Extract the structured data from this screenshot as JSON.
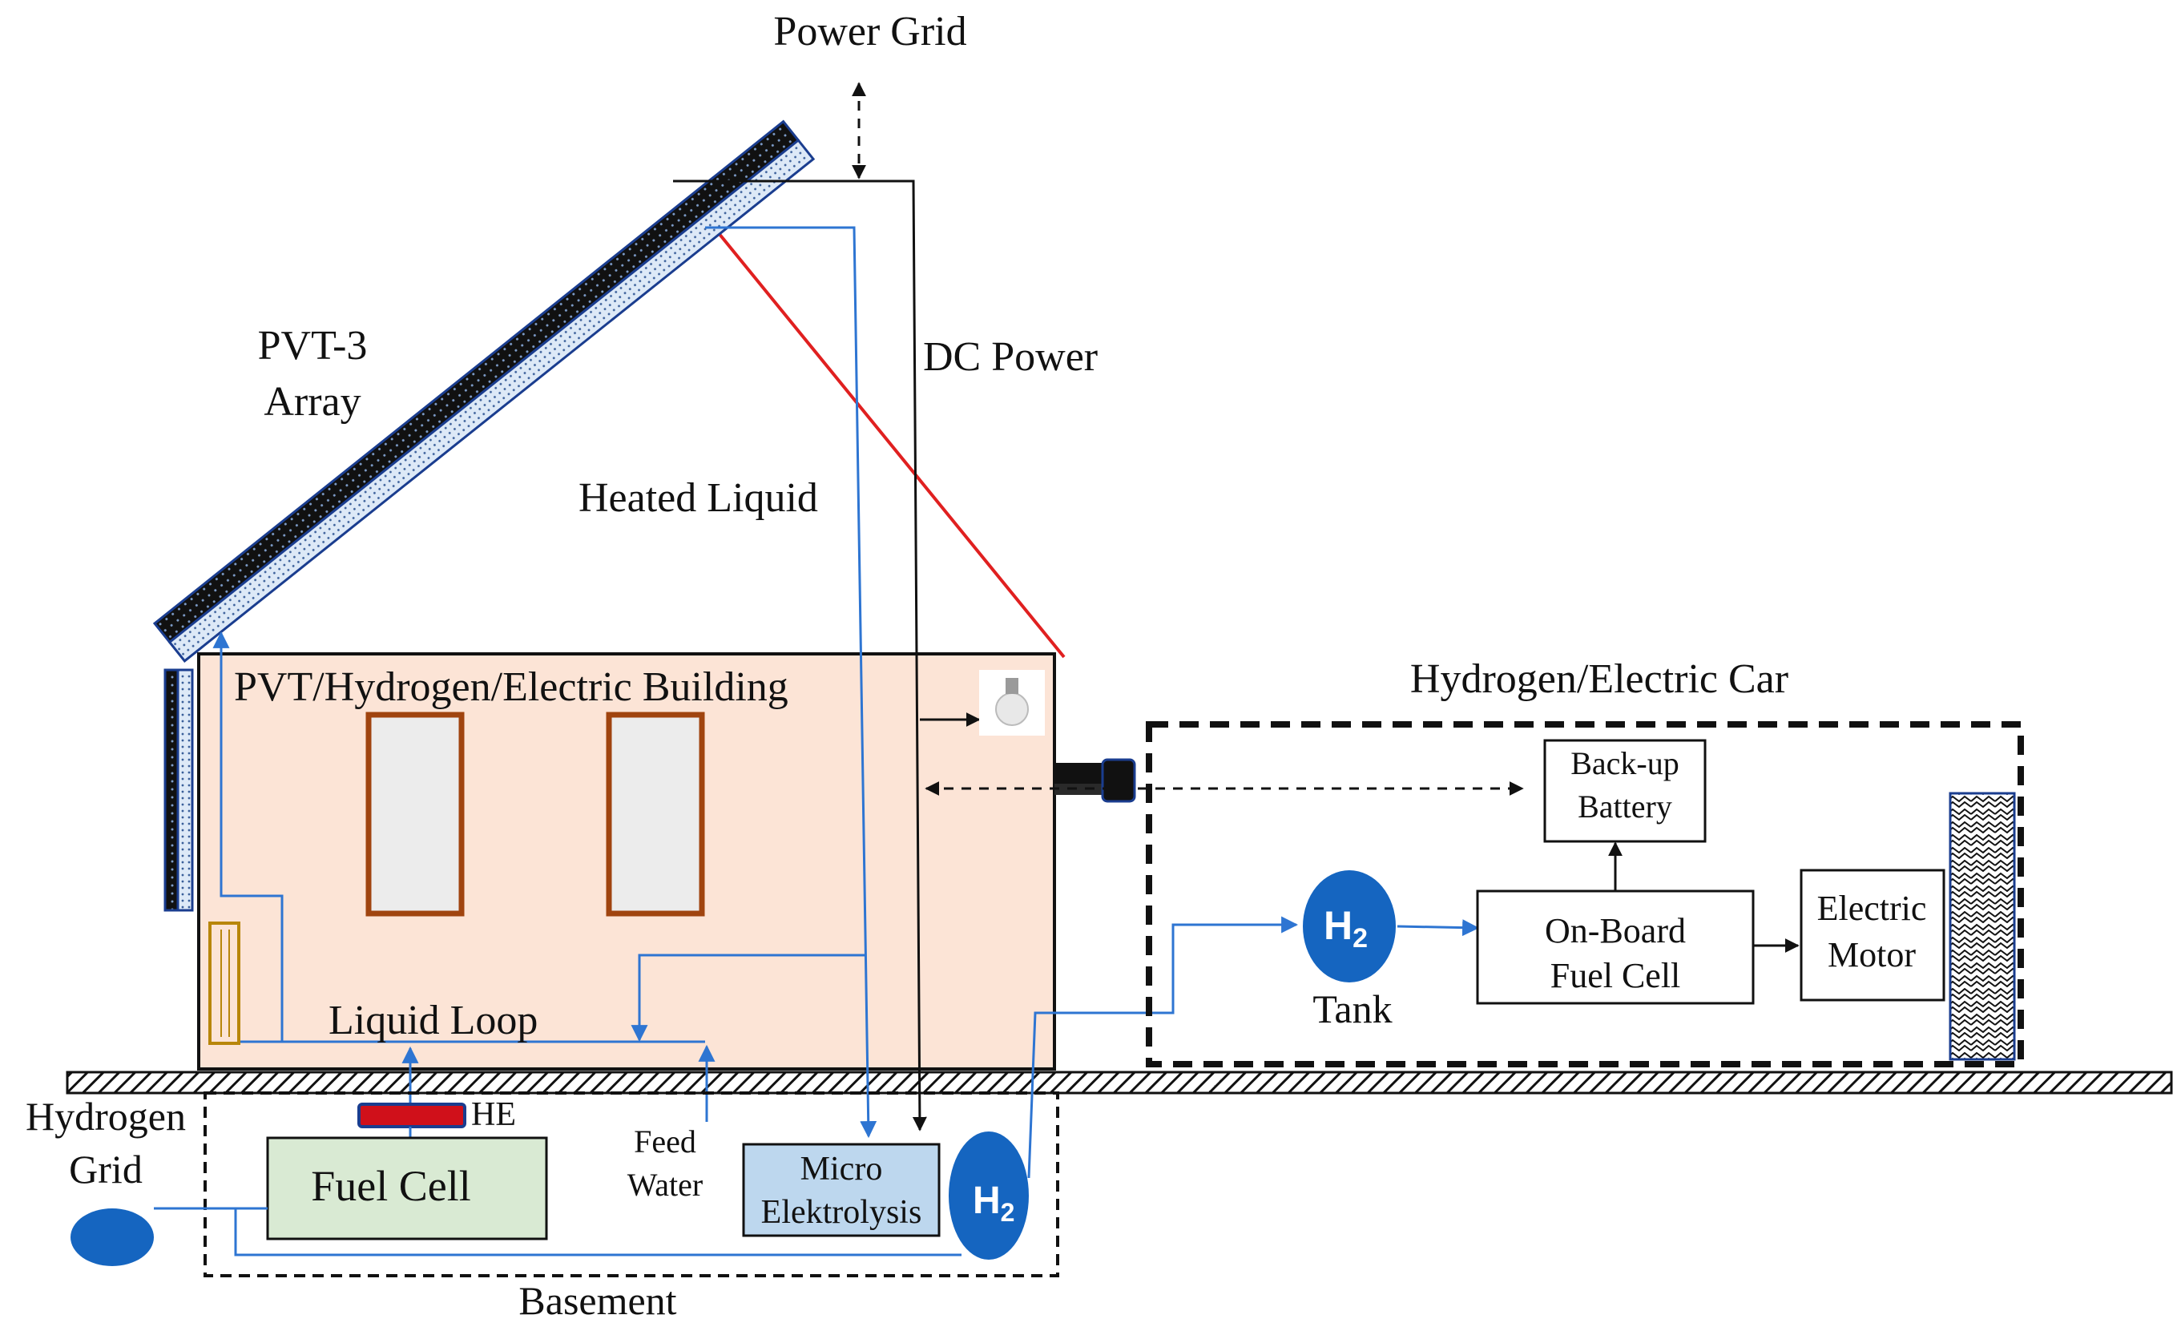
{
  "labels": {
    "power_grid": "Power Grid",
    "dc_power": "DC Power",
    "pvt_array_line1": "PVT-3",
    "pvt_array_line2": "Array",
    "heated_liquid": "Heated Liquid",
    "building": "PVT/Hydrogen/Electric Building",
    "liquid_loop": "Liquid Loop",
    "hydrogen_grid_line1": "Hydrogen",
    "hydrogen_grid_line2": "Grid",
    "he": "HE",
    "fuel_cell": "Fuel Cell",
    "feed_water_line1": "Feed",
    "feed_water_line2": "Water",
    "micro_line1": "Micro",
    "micro_line2": "Elektrolysis",
    "basement": "Basement",
    "car": "Hydrogen/Electric Car",
    "backup_line1": "Back-up",
    "backup_line2": "Battery",
    "h2_main": "H",
    "h2_sub": "2",
    "tank": "Tank",
    "onboard_line1": "On-Board",
    "onboard_line2": "Fuel Cell",
    "motor_line1": "Electric",
    "motor_line2": "Motor"
  },
  "colors": {
    "building_fill": "#fce4d6",
    "fuel_cell_fill": "#d9ead3",
    "electrolysis_fill": "#bdd7ee",
    "hydrogen_blue": "#1565c0",
    "pipe_blue": "#2e75d2",
    "roof_red": "#e02020",
    "window_frame": "#a0440f",
    "he_red": "#d0101a"
  }
}
